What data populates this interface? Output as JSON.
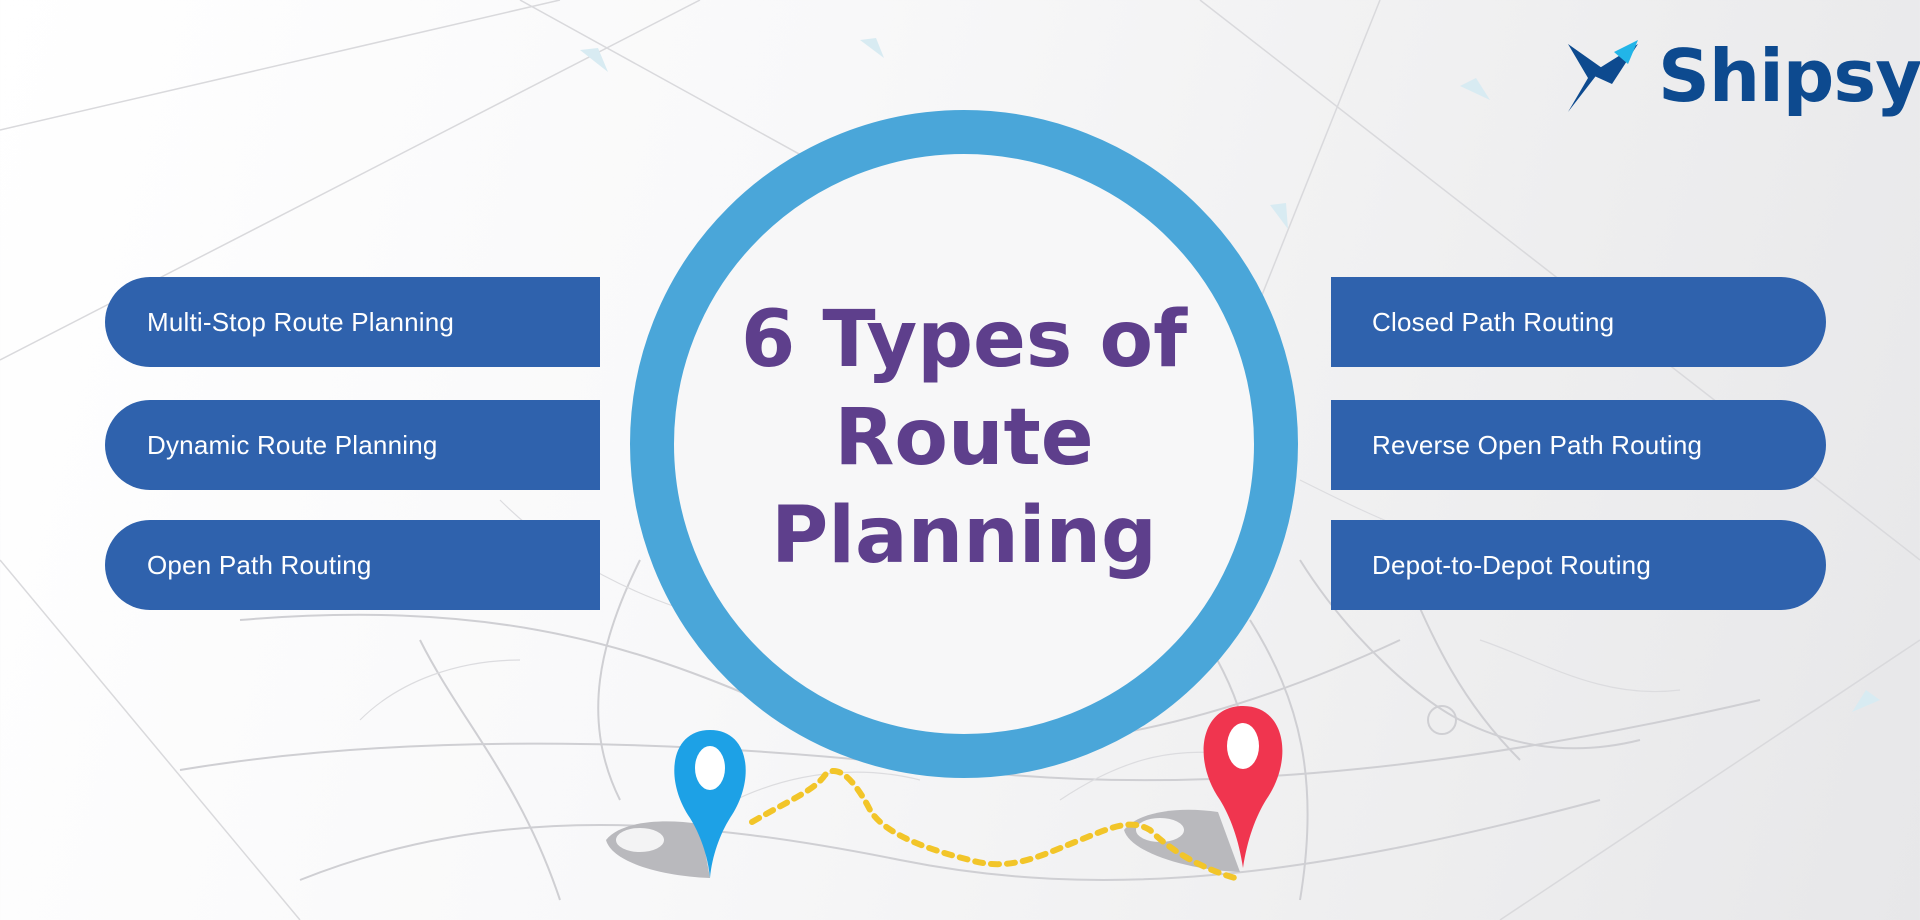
{
  "brand": {
    "name": "Shipsy",
    "color": "#0d4a8f",
    "accent": "#22b5e8",
    "logo_icon": "shipsy-bird-logo-icon"
  },
  "title": {
    "lines": [
      "6 Types of",
      "Route",
      "Planning"
    ],
    "color": "#5e3f8c"
  },
  "types_left": [
    "Multi-Stop Route Planning",
    "Dynamic Route Planning",
    "Open Path Routing"
  ],
  "types_right": [
    "Closed Path Routing",
    "Reverse Open Path Routing",
    "Depot-to-Depot Routing"
  ],
  "colors": {
    "pill": "#2f62ad",
    "ring": "#4aa6d9",
    "start_pin": "#1da1e6",
    "end_pin": "#f0354f",
    "route": "#f2c529"
  },
  "icons": {
    "start": "location-pin-blue-icon",
    "end": "location-pin-red-icon",
    "route": "dotted-route-line"
  }
}
